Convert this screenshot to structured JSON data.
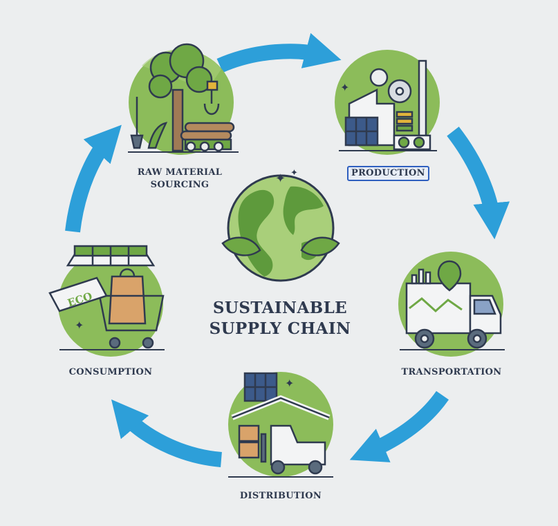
{
  "title": {
    "line1": "SUSTAINABLE",
    "line2": "SUPPLY CHAIN"
  },
  "stages": {
    "raw_material": {
      "line1": "RAW MATERIAL",
      "line2": "SOURCING"
    },
    "production": {
      "label": "PRODUCTION"
    },
    "transportation": {
      "label": "TRANSPORTATION"
    },
    "distribution": {
      "label": "DISTRIBUTION"
    },
    "consumption": {
      "label": "CONSUMPTION",
      "tag_text": "ECO"
    }
  },
  "colors": {
    "background": "#eceeef",
    "arrow": "#2d9fd9",
    "circle": "#8cbc5a",
    "circle_light": "#a9cf7a",
    "leaf": "#6fa845",
    "outline": "#2f3a4f",
    "label": "#2f3a4f",
    "selected_outline": "#2f5fbf"
  },
  "icons": {
    "center": "globe-icon",
    "raw_material": "tree-logs-icon",
    "production": "factory-icon",
    "transportation": "truck-icon",
    "distribution": "warehouse-forklift-icon",
    "consumption": "shopping-cart-icon"
  }
}
